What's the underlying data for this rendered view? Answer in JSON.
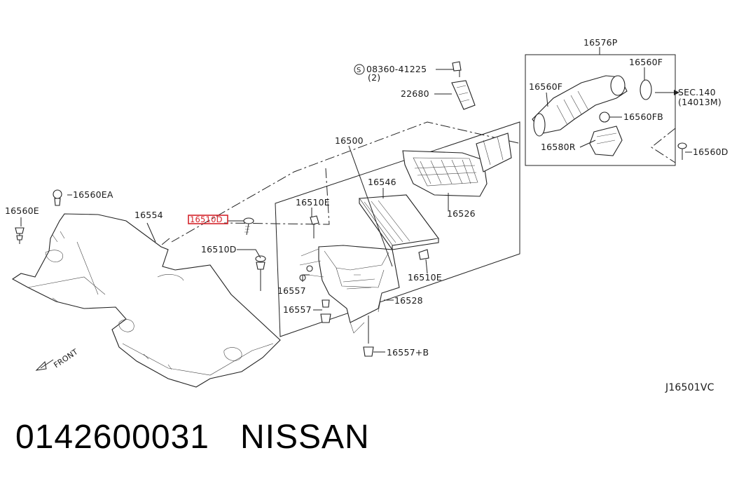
{
  "diagram": {
    "labels": {
      "p16576P": "16576P",
      "p16560F_top": "16560F",
      "p16560F_left": "16560F",
      "sec140": "SEC.140",
      "sec140_ref": "(14013M)",
      "p16560FB": "16560FB",
      "p16580R": "16580R",
      "p16560D_right": "16560D",
      "p08360": "08360-41225",
      "p08360_qty": "(2)",
      "p22680": "22680",
      "p16500": "16500",
      "p16546": "16546",
      "p16526": "16526",
      "p16510E_top": "16510E",
      "p16510E_right": "16510E",
      "p16510D_highlight": "16510D",
      "p16510D": "16510D",
      "p16557_a": "16557",
      "p16557_b": "16557",
      "p16528": "16528",
      "p16557B": "16557+B",
      "p16560EA": "16560EA",
      "p16560E": "16560E",
      "p16554": "16554",
      "front": "FRONT",
      "drawing_code": "J16501VC",
      "screw_symbol": "S"
    },
    "highlight_color": "#d4242b"
  },
  "caption": {
    "part_number": "0142600031",
    "brand": "NISSAN"
  }
}
